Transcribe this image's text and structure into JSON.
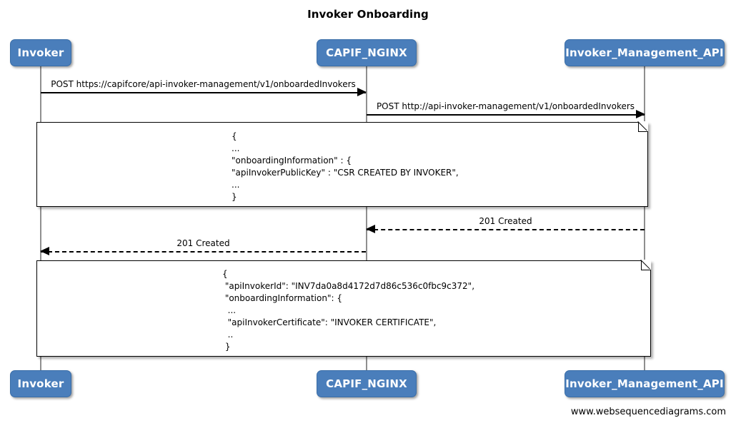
{
  "diagram": {
    "title": "Invoker Onboarding",
    "footer": "www.websequencediagrams.com",
    "accent_color": "#4a7ebb",
    "line_color": "#8f8f8f"
  },
  "participants": [
    {
      "name": "Invoker",
      "label": "Invoker"
    },
    {
      "name": "CAPIF_NGINX",
      "label": "CAPIF_NGINX"
    },
    {
      "name": "Invoker_Management_API",
      "label": "Invoker_Management_API"
    }
  ],
  "messages": [
    {
      "label": "POST https://capifcore/api-invoker-management/v1/onboardedInvokers",
      "from": "Invoker",
      "to": "CAPIF_NGINX",
      "style": "solid",
      "direction": "right"
    },
    {
      "label": "POST http://api-invoker-management/v1/onboardedInvokers",
      "from": "CAPIF_NGINX",
      "to": "Invoker_Management_API",
      "style": "solid",
      "direction": "right"
    },
    {
      "label": "201 Created",
      "from": "Invoker_Management_API",
      "to": "CAPIF_NGINX",
      "style": "dashed",
      "direction": "left"
    },
    {
      "label": "201 Created",
      "from": "CAPIF_NGINX",
      "to": "Invoker",
      "style": "dashed",
      "direction": "left"
    }
  ],
  "notes": [
    {
      "id": "note-request-body",
      "lines": [
        "{",
        "...",
        "\"onboardingInformation\" : {",
        "\"apiInvokerPublicKey\" : \"CSR CREATED BY INVOKER\",",
        "...",
        "}"
      ]
    },
    {
      "id": "note-response-body",
      "lines": [
        "{",
        " \"apiInvokerId\": \"INV7da0a8d4172d7d86c536c0fbc9c372\",",
        " \"onboardingInformation\": {",
        "  ...",
        "  \"apiInvokerCertificate\": \"INVOKER CERTIFICATE\",",
        "  ..",
        " }"
      ]
    }
  ]
}
